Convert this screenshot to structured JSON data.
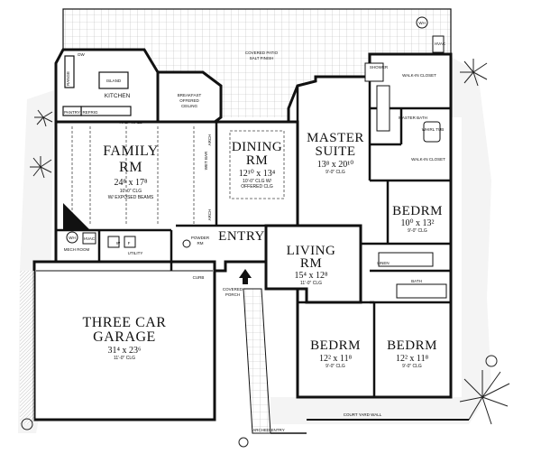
{
  "floorplan": {
    "rooms": {
      "family": {
        "name": "FAMILY",
        "name2": "RM",
        "dims": "24⁸ x 17⁸",
        "note1": "10'-0\" CLG",
        "note2": "W/ EXPOSED BEAMS"
      },
      "dining": {
        "name": "DINING",
        "name2": "RM",
        "dims": "12¹⁰ x 13⁴",
        "note1": "10'-0\" CLG W/",
        "note2": "OFFERED CLG"
      },
      "master": {
        "name": "MASTER",
        "name2": "SUITE",
        "dims": "13⁸ x 20¹⁰",
        "note1": "9'-0\" CLG"
      },
      "bed1": {
        "name": "BEDRM",
        "dims": "10⁰ x 13²",
        "note1": "9'-0\" CLG"
      },
      "living": {
        "name": "LIVING",
        "name2": "RM",
        "dims": "15⁴ x 12⁸",
        "note1": "11'-0\" CLG"
      },
      "bed2": {
        "name": "BEDRM",
        "dims": "12² x 11⁸",
        "note1": "9'-0\" CLG"
      },
      "bed3": {
        "name": "BEDRM",
        "dims": "12² x 11⁸",
        "note1": "9'-0\" CLG"
      },
      "garage": {
        "name": "THREE CAR",
        "name2": "GARAGE",
        "dims": "31⁴ x 23⁶",
        "note1": "11'-0\" CLG"
      }
    },
    "labels": {
      "entry": "ENTRY",
      "kitchen": "KITCHEN",
      "island": "ISLAND",
      "pantry": "PANTRY",
      "refrig": "REFRIG",
      "dw": "DW",
      "range": "RANGE",
      "breakfast1": "BREAKFAST",
      "breakfast2": "OFFERED",
      "breakfast3": "CEILING",
      "halfwall": "HALF-WALL",
      "patio1": "COVERED PATIO",
      "patio2": "SALT FINISH",
      "shower": "SHOWER",
      "walkin1": "WALK-IN CLOSET",
      "masterbath": "MASTER BATH",
      "walkin2": "WALK-IN CLOSET",
      "whirl": "WHIRL TUB",
      "hvac1": "HVAC",
      "wh1": "WH",
      "mech": "MECH ROOM",
      "hvac2": "HVAC",
      "wh2": "WH",
      "utility": "UTILITY",
      "powder1": "POWDER",
      "powder2": "RM",
      "wetbar": "WET BAR",
      "arch1": "ARCH",
      "arch2": "ARCH",
      "linen": "LINEN",
      "bath": "BATH",
      "curb": "CURB",
      "porch1": "COVERED",
      "porch2": "PORCH",
      "courtyard": "COURT YARD WALL",
      "archedentry": "ARCHED ENTRY",
      "f": "F",
      "w": "W"
    }
  }
}
